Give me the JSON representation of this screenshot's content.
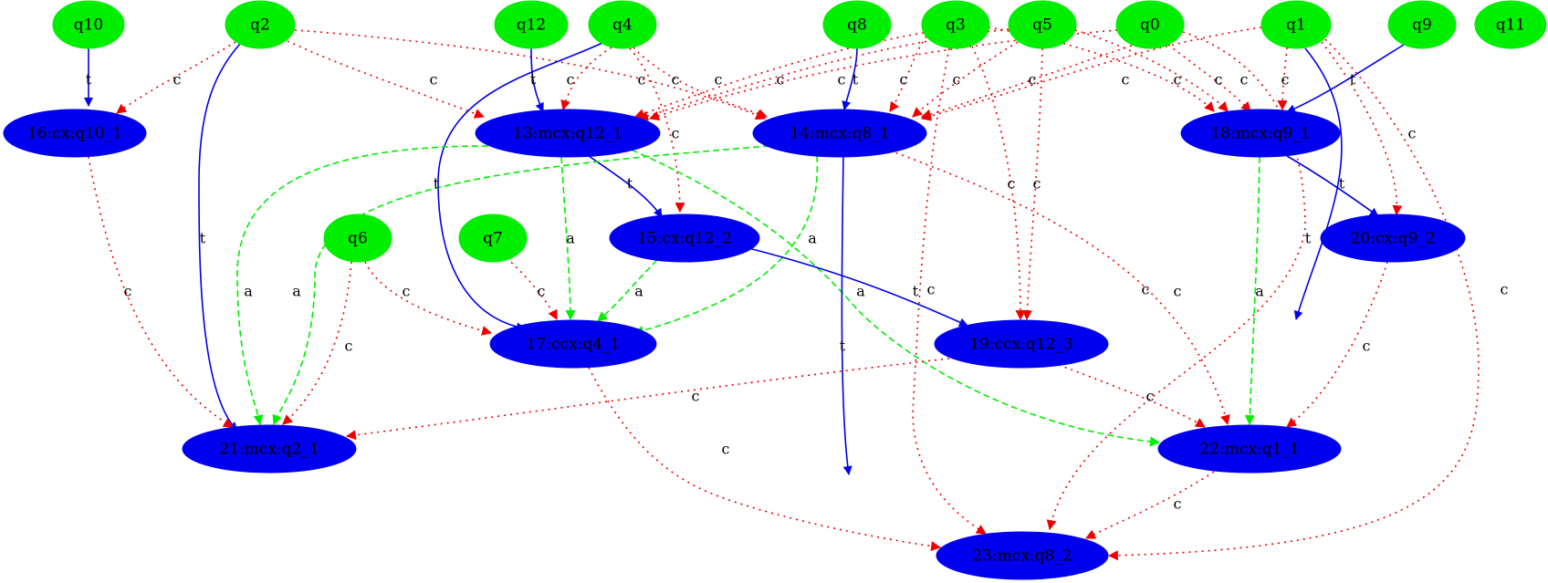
{
  "colors": {
    "input_node": "#00ee00",
    "gate_node": "#0000ee",
    "edge_t": "#0000ee",
    "edge_c": "#ee0000",
    "edge_a": "#00ee00",
    "text": "#000000"
  },
  "nodes": [
    {
      "id": "q10",
      "label": "q10",
      "kind": "input"
    },
    {
      "id": "q2",
      "label": "q2",
      "kind": "input"
    },
    {
      "id": "q12",
      "label": "q12",
      "kind": "input"
    },
    {
      "id": "q4",
      "label": "q4",
      "kind": "input"
    },
    {
      "id": "q8",
      "label": "q8",
      "kind": "input"
    },
    {
      "id": "q3",
      "label": "q3",
      "kind": "input"
    },
    {
      "id": "q5",
      "label": "q5",
      "kind": "input"
    },
    {
      "id": "q0",
      "label": "q0",
      "kind": "input"
    },
    {
      "id": "q1",
      "label": "q1",
      "kind": "input"
    },
    {
      "id": "q9",
      "label": "q9",
      "kind": "input"
    },
    {
      "id": "q11",
      "label": "q11",
      "kind": "input"
    },
    {
      "id": "q6",
      "label": "q6",
      "kind": "input"
    },
    {
      "id": "q7",
      "label": "q7",
      "kind": "input"
    },
    {
      "id": "n16",
      "label": "16:cx:q10_1",
      "kind": "gate"
    },
    {
      "id": "n13",
      "label": "13:mcx:q12_1",
      "kind": "gate"
    },
    {
      "id": "n14",
      "label": "14:mcx:q8_1",
      "kind": "gate"
    },
    {
      "id": "n18",
      "label": "18:mcx:q9_1",
      "kind": "gate"
    },
    {
      "id": "n15",
      "label": "15:cx:q12_2",
      "kind": "gate"
    },
    {
      "id": "n20",
      "label": "20:cx:q9_2",
      "kind": "gate"
    },
    {
      "id": "n17",
      "label": "17:ccx:q4_1",
      "kind": "gate"
    },
    {
      "id": "n19",
      "label": "19:ccx:q12_3",
      "kind": "gate"
    },
    {
      "id": "n21",
      "label": "21:mcx:q2_1",
      "kind": "gate"
    },
    {
      "id": "n22",
      "label": "22:mcx:q1_1",
      "kind": "gate"
    },
    {
      "id": "n23",
      "label": "23:mcx:q8_2",
      "kind": "gate"
    }
  ],
  "edges": [
    {
      "from": "q10",
      "to": "n16",
      "type": "t",
      "label": "t"
    },
    {
      "from": "q2",
      "to": "n16",
      "type": "c",
      "label": "c"
    },
    {
      "from": "q2",
      "to": "n21",
      "type": "t",
      "label": "t"
    },
    {
      "from": "q2",
      "to": "n13",
      "type": "c",
      "label": "c"
    },
    {
      "from": "q2",
      "to": "n14",
      "type": "c",
      "label": "c"
    },
    {
      "from": "q12",
      "to": "n13",
      "type": "t",
      "label": "t"
    },
    {
      "from": "q4",
      "to": "n17",
      "type": "t",
      "label": "t"
    },
    {
      "from": "q4",
      "to": "n13",
      "type": "c",
      "label": "c"
    },
    {
      "from": "q4",
      "to": "n15",
      "type": "c",
      "label": "c"
    },
    {
      "from": "q4",
      "to": "n14",
      "type": "c",
      "label": "c"
    },
    {
      "from": "q8",
      "to": "n14",
      "type": "t",
      "label": "t"
    },
    {
      "from": "q3",
      "to": "n13",
      "type": "c",
      "label": "c"
    },
    {
      "from": "q3",
      "to": "n14",
      "type": "c",
      "label": "c"
    },
    {
      "from": "q3",
      "to": "n18",
      "type": "c",
      "label": "c"
    },
    {
      "from": "q3",
      "to": "n19",
      "type": "c",
      "label": "c"
    },
    {
      "from": "q3",
      "to": "n23",
      "type": "c",
      "label": "c"
    },
    {
      "from": "q5",
      "to": "n13",
      "type": "c",
      "label": "c"
    },
    {
      "from": "q5",
      "to": "n14",
      "type": "c",
      "label": "c"
    },
    {
      "from": "q5",
      "to": "n18",
      "type": "c",
      "label": "c"
    },
    {
      "from": "q5",
      "to": "n19",
      "type": "c",
      "label": "c"
    },
    {
      "from": "q0",
      "to": "n13",
      "type": "c",
      "label": "c"
    },
    {
      "from": "q0",
      "to": "n14",
      "type": "c",
      "label": "c"
    },
    {
      "from": "q0",
      "to": "n18",
      "type": "c",
      "label": "c"
    },
    {
      "from": "q0",
      "to": "n23",
      "type": "c",
      "label": "c"
    },
    {
      "from": "q1",
      "to": "n14",
      "type": "c",
      "label": "c"
    },
    {
      "from": "q1",
      "to": "n18",
      "type": "c",
      "label": "c"
    },
    {
      "from": "q1",
      "to": "n20",
      "type": "c",
      "label": "c"
    },
    {
      "from": "q1",
      "to": "n22",
      "type": "t",
      "label": "t"
    },
    {
      "from": "q1",
      "to": "n23",
      "type": "c",
      "label": "c"
    },
    {
      "from": "q9",
      "to": "n18",
      "type": "t",
      "label": "t"
    },
    {
      "from": "n13",
      "to": "n15",
      "type": "t",
      "label": "t"
    },
    {
      "from": "n13",
      "to": "n17",
      "type": "a",
      "label": "a"
    },
    {
      "from": "n13",
      "to": "n21",
      "type": "a",
      "label": "a"
    },
    {
      "from": "n13",
      "to": "n22",
      "type": "a",
      "label": "a"
    },
    {
      "from": "n14",
      "to": "n17",
      "type": "a",
      "label": "a"
    },
    {
      "from": "n14",
      "to": "n21",
      "type": "a",
      "label": "a"
    },
    {
      "from": "n14",
      "to": "n22",
      "type": "c",
      "label": "c"
    },
    {
      "from": "n14",
      "to": "n23",
      "type": "t",
      "label": "t"
    },
    {
      "from": "n16",
      "to": "n21",
      "type": "c",
      "label": "c"
    },
    {
      "from": "n18",
      "to": "n20",
      "type": "t",
      "label": "t"
    },
    {
      "from": "n18",
      "to": "n22",
      "type": "a",
      "label": "a"
    },
    {
      "from": "q6",
      "to": "n17",
      "type": "c",
      "label": "c"
    },
    {
      "from": "q6",
      "to": "n21",
      "type": "c",
      "label": "c"
    },
    {
      "from": "q7",
      "to": "n17",
      "type": "c",
      "label": "c"
    },
    {
      "from": "n15",
      "to": "n17",
      "type": "a",
      "label": "a"
    },
    {
      "from": "n15",
      "to": "n19",
      "type": "t",
      "label": "t"
    },
    {
      "from": "n20",
      "to": "n22",
      "type": "c",
      "label": "c"
    },
    {
      "from": "n19",
      "to": "n21",
      "type": "c",
      "label": "c"
    },
    {
      "from": "n19",
      "to": "n22",
      "type": "c",
      "label": "c"
    },
    {
      "from": "n17",
      "to": "n23",
      "type": "c",
      "label": "c"
    },
    {
      "from": "n22",
      "to": "n23",
      "type": "c",
      "label": "c"
    }
  ]
}
